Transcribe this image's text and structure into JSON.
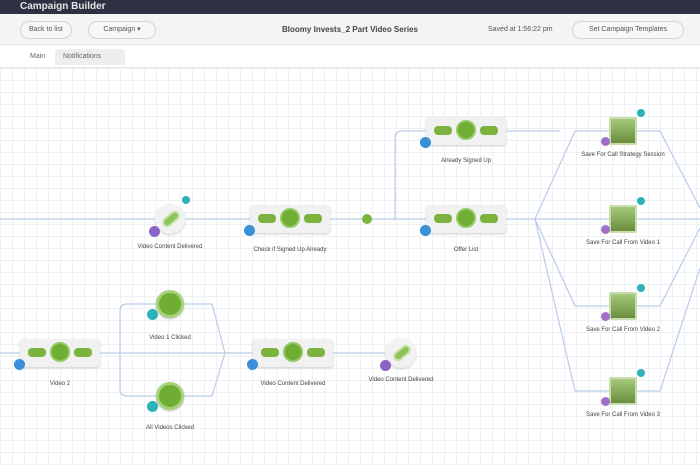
{
  "app": {
    "title": "Campaign Builder"
  },
  "toolbar": {
    "back_label": "Back to list",
    "campaign_label": "Campaign ▾",
    "title": "Bloomy Invests_2 Part Video Series",
    "saved": "Saved at 1:56:22 pm",
    "templates_label": "Set Campaign Templates"
  },
  "tabs": [
    {
      "label": "Main"
    },
    {
      "label": "Notifications"
    }
  ],
  "nodes": {
    "email1": "Video Content Delivered",
    "seq_check": "Check if Signed Up Already",
    "seq_already": "Already Signed Up",
    "seq_offer": "Offer List",
    "save1": "Save For Call Strategy Session",
    "save2": "Save For Call From Video 1",
    "save3": "Save For Call From Video 2",
    "save4": "Save For Call From Video 3",
    "seq_video2": "Video 2",
    "goal_v1": "Video 1 Clicked",
    "goal_all": "All Videos Clicked",
    "seq_vcd": "Video Content Delivered",
    "email2": "Video Content Delivered"
  },
  "colors": {
    "sequence": "#7cb33e",
    "topbar": "#2e3142",
    "badge_blue": "#3b8fd9",
    "badge_purple": "#8a63c9",
    "badge_teal": "#2bb3b8",
    "link": "#b9cde8"
  }
}
